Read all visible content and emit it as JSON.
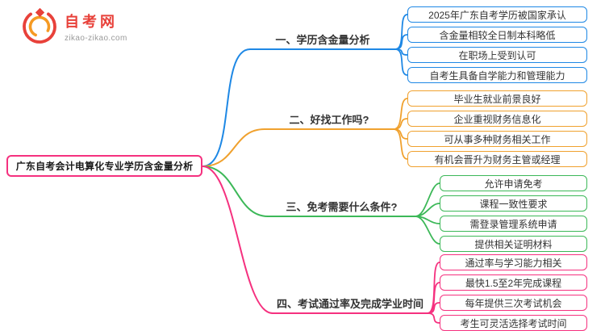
{
  "logo": {
    "title": "自考网",
    "url": "zikao-zikao.com"
  },
  "colors": {
    "brand_red": "#e8413a",
    "brand_orange": "#f59a23",
    "blue": "#1e88e5",
    "orange": "#f0a12e",
    "green": "#3cb858",
    "pink": "#f5317f"
  },
  "root": {
    "label": "广东自考会计电算化专业学历含金量分析",
    "color": "#f5317f"
  },
  "branches": [
    {
      "label": "一、学历含金量分析",
      "color": "#1e88e5",
      "children": [
        "2025年广东自考学历被国家承认",
        "含金量相较全日制本科略低",
        "在职场上受到认可",
        "自考生具备自学能力和管理能力"
      ]
    },
    {
      "label": "二、好找工作吗?",
      "color": "#f0a12e",
      "children": [
        "毕业生就业前景良好",
        "企业重视财务信息化",
        "可从事多种财务相关工作",
        "有机会晋升为财务主管或经理"
      ]
    },
    {
      "label": "三、免考需要什么条件?",
      "color": "#3cb858",
      "children": [
        "允许申请免考",
        "课程一致性要求",
        "需登录管理系统申请",
        "提供相关证明材料"
      ]
    },
    {
      "label": "四、考试通过率及完成学业时间",
      "color": "#f5317f",
      "children": [
        "通过率与学习能力相关",
        "最快1.5至2年完成课程",
        "每年提供三次考试机会",
        "考生可灵活选择考试时间"
      ]
    }
  ]
}
